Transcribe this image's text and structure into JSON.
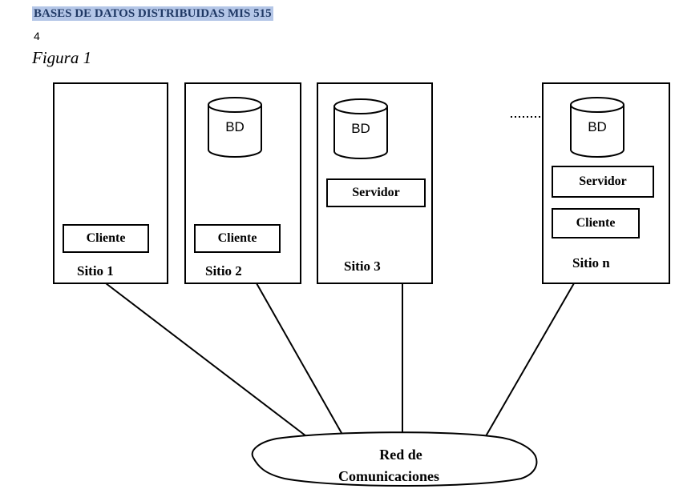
{
  "header": {
    "title": "BASES DE DATOS DISTRIBUIDAS MIS 515",
    "page_number": "4"
  },
  "figure": {
    "caption": "Figura 1",
    "db_label": "BD",
    "sites": [
      {
        "name": "Sitio 1",
        "boxes": [
          "Cliente"
        ]
      },
      {
        "name": "Sitio 2",
        "boxes": [
          "Cliente"
        ]
      },
      {
        "name": "Sitio 3",
        "boxes": [
          "Servidor"
        ]
      },
      {
        "name": "Sitio n",
        "boxes": [
          "Servidor",
          "Cliente"
        ]
      }
    ],
    "network": {
      "line1": "Red de",
      "line2": "Comunicaciones"
    },
    "ellipsis": "........"
  }
}
